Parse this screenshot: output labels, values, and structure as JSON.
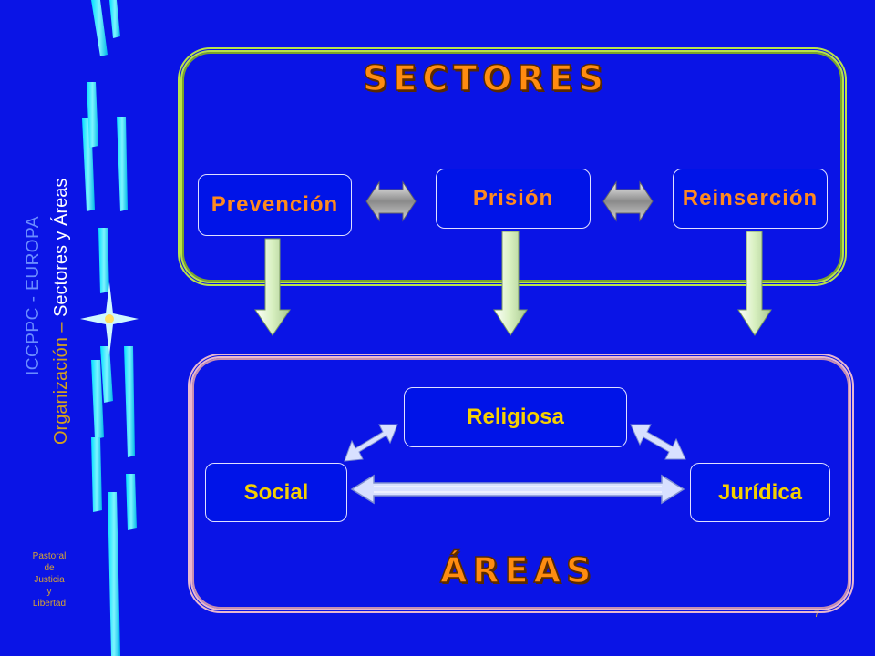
{
  "sidebar": {
    "line1": "ICCPPC - EUROPA",
    "line2_a": "Organización – ",
    "line2_b": "Sectores y Áreas",
    "footer": [
      "Pastoral",
      "de",
      "Justicia",
      "y",
      "Libertad"
    ]
  },
  "page_number": "7",
  "sectores": {
    "title": "SECTORES",
    "items": [
      "Prevención",
      "Prisión",
      "Reinserción"
    ]
  },
  "areas": {
    "title": "ÁREAS",
    "items": [
      "Religiosa",
      "Social",
      "Jurídica"
    ]
  },
  "colors": {
    "background": "#0a14e6",
    "sector_text": "#ff8a1e",
    "area_text": "#f5d000",
    "title_text": "#ff8c10"
  }
}
